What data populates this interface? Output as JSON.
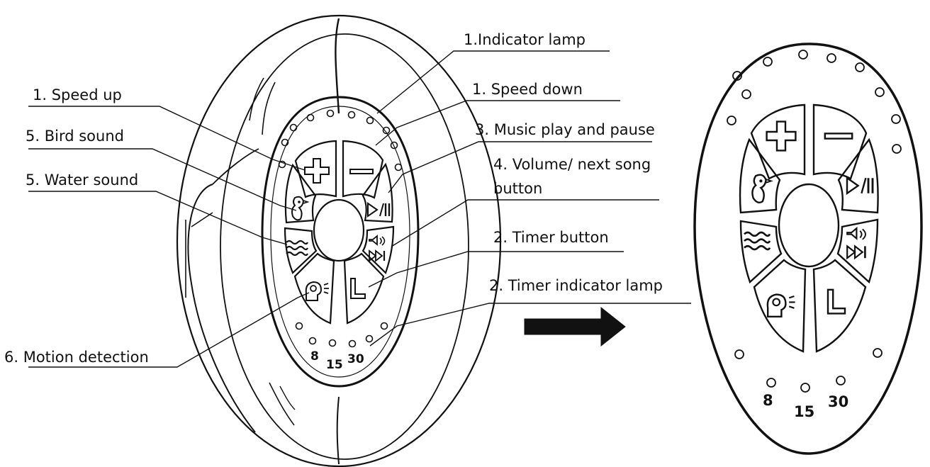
{
  "labels": {
    "indicator_lamp": "1.Indicator lamp",
    "speed_up": "1. Speed up",
    "speed_down": "1. Speed down",
    "bird_sound": "5. Bird sound",
    "music_play_pause": "3. Music play and pause",
    "water_sound": "5. Water sound",
    "volume_next_line1": "4. Volume/ next song",
    "volume_next_line2": "button",
    "timer_button": "2. Timer button",
    "timer_indicator_lamp": "2. Timer indicator lamp",
    "motion_detection": "6. Motion detection"
  },
  "timer_marks": {
    "a": "8",
    "b": "15",
    "c": "30"
  },
  "colors": {
    "line": "#111111",
    "fill": "#ffffff",
    "lamp": "#e6e6e6"
  },
  "icons": [
    "plus-icon",
    "minus-icon",
    "bird-icon",
    "play-pause-icon",
    "water-icon",
    "volume-next-icon",
    "motion-icon",
    "timer-l-icon",
    "arrow-right-icon"
  ]
}
